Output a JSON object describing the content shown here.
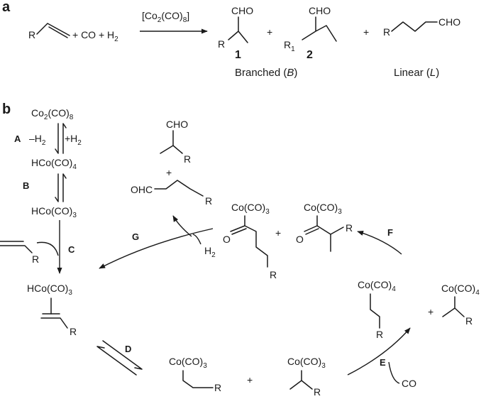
{
  "panel_a": {
    "label": "a",
    "reactant_r": "R",
    "reactant_plus_co": "+ CO + H",
    "reactant_h2_sub": "2",
    "catalyst": "[Co",
    "catalyst_sub1": "2",
    "catalyst_mid": "(CO)",
    "catalyst_sub2": "8",
    "catalyst_end": "]",
    "p1_cho": "CHO",
    "p1_r": "R",
    "p1_num": "1",
    "plus1": "+",
    "p2_cho": "CHO",
    "p2_r": "R",
    "p2_r_sub": "1",
    "p2_num": "2",
    "plus2": "+",
    "p3_r": "R",
    "p3_cho": "CHO",
    "branched_text": "Branched (",
    "branched_italic": "B",
    "branched_close": ")",
    "linear_text": "Linear (",
    "linear_italic": "L",
    "linear_close": ")"
  },
  "panel_b": {
    "label": "b",
    "co2co8": "Co",
    "co2co8_sub1": "2",
    "co2co8_mid": "(CO)",
    "co2co8_sub2": "8",
    "step_a": "A",
    "minus_h2": "–H",
    "minus_h2_sub": "2",
    "plus_h2": "+H",
    "plus_h2_sub": "2",
    "hco4": "HCo(CO)",
    "hco4_sub": "4",
    "step_b": "B",
    "hco3": "HCo(CO)",
    "hco3_sub": "3",
    "alkene_r": "R",
    "step_c": "C",
    "complex_hco3": "HCo(CO)",
    "complex_hco3_sub": "3",
    "complex_r": "R",
    "step_d": "D",
    "alkyl_lin_co": "Co(CO)",
    "alkyl_lin_sub": "3",
    "alkyl_lin_r": "R",
    "alkyl_plus": "+",
    "alkyl_br_co": "Co(CO)",
    "alkyl_br_sub": "3",
    "alkyl_br_r": "R",
    "step_e": "E",
    "e_co": "CO",
    "tet_lin_co": "Co(CO)",
    "tet_lin_sub": "4",
    "tet_lin_r": "R",
    "tet_plus": "+",
    "tet_br_co": "Co(CO)",
    "tet_br_sub": "4",
    "tet_br_r": "R",
    "step_f": "F",
    "acyl_lin_co": "Co(CO)",
    "acyl_lin_sub": "3",
    "acyl_lin_o": "O",
    "acyl_lin_r": "R",
    "acyl_plus": "+",
    "acyl_br_co": "Co(CO)",
    "acyl_br_sub": "3",
    "acyl_br_o": "O",
    "acyl_br_r": "R",
    "step_g": "G",
    "g_h2": "H",
    "g_h2_sub": "2",
    "prod_br_cho": "CHO",
    "prod_br_r": "R",
    "prod_plus": "+",
    "prod_lin_ohc": "OHC",
    "prod_lin_r": "R"
  }
}
